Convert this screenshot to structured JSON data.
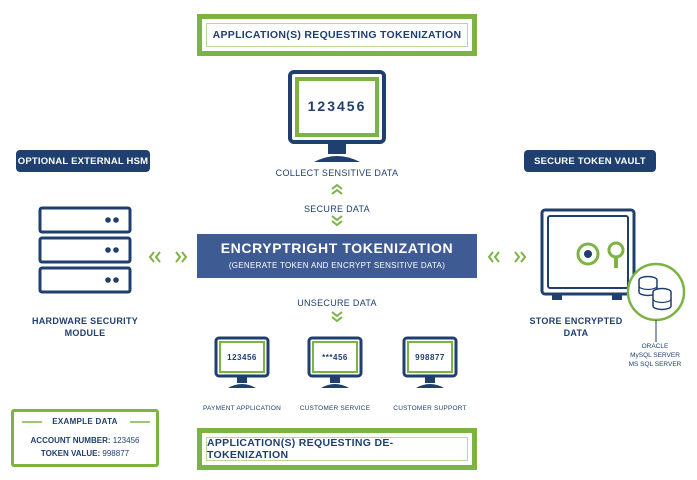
{
  "top_box": {
    "label": "APPLICATION(S) REQUESTING TOKENIZATION"
  },
  "bottom_box": {
    "label": "APPLICATION(S) REQUESTING DE-TOKENIZATION"
  },
  "main_monitor": {
    "screen_text": "123456",
    "caption": "COLLECT SENSITIVE DATA"
  },
  "secure_data_label": "SECURE DATA",
  "unsecure_data_label": "UNSECURE DATA",
  "center": {
    "title": "ENCRYPTRIGHT TOKENIZATION",
    "subtitle": "(GENERATE TOKEN AND ENCRYPT SENSITIVE DATA)"
  },
  "left": {
    "pill": "OPTIONAL EXTERNAL HSM",
    "caption_line1": "HARDWARE SECURITY",
    "caption_line2": "MODULE"
  },
  "right": {
    "pill": "SECURE TOKEN VAULT",
    "caption_line1": "STORE ENCRYPTED",
    "caption_line2": "DATA",
    "db_labels": [
      "ORACLE",
      "MySQL SERVER",
      "MS SQL SERVER"
    ]
  },
  "small_monitors": [
    {
      "screen_text": "123456",
      "caption": "PAYMENT APPLICATION"
    },
    {
      "screen_text": "***456",
      "caption": "CUSTOMER SERVICE"
    },
    {
      "screen_text": "998877",
      "caption": "CUSTOMER SUPPORT"
    }
  ],
  "example": {
    "title": "EXAMPLE DATA",
    "account_label": "ACCOUNT NUMBER:",
    "account_value": "123456",
    "token_label": "TOKEN VALUE:",
    "token_value": "998877"
  },
  "chevrons": {
    "left": "«",
    "right": "»",
    "up": "˄",
    "down": "˅"
  },
  "colors": {
    "navy": "#1f3f6e",
    "green": "#7cb342",
    "center_blue": "#3f5b93"
  }
}
